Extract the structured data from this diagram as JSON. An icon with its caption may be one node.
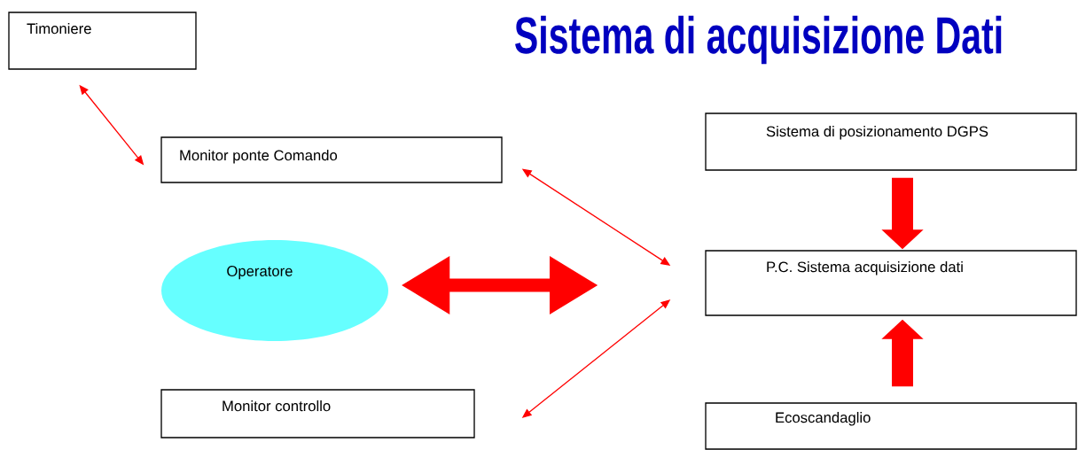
{
  "diagram": {
    "title": "Sistema di acquisizione Dati",
    "nodes": [
      {
        "text": [
          "Timoniere"
        ]
      },
      {
        "text": [
          "Monitor ponte Comando"
        ]
      },
      {
        "text": [
          "Operatore"
        ]
      },
      {
        "text": [
          "Sistema di posizionamento DGPS"
        ]
      },
      {
        "text": [
          "P.C. Sistema acquisizione dati"
        ]
      },
      {
        "text": [
          "Monitor controllo"
        ]
      },
      {
        "text": [
          "Ecoscandaglio"
        ]
      }
    ],
    "edges": [
      {
        "from": 0,
        "to": 1,
        "arrow": "both"
      },
      {
        "from": 1,
        "to": 4,
        "arrow": "both"
      },
      {
        "from": 2,
        "to": null,
        "arrow": "both",
        "style": "thick"
      },
      {
        "from": 5,
        "to": 4,
        "arrow": "both"
      },
      {
        "from": 3,
        "to": 4,
        "arrow": "to",
        "style": "thick"
      },
      {
        "from": 6,
        "to": 4,
        "arrow": "to",
        "style": "thick"
      }
    ]
  }
}
